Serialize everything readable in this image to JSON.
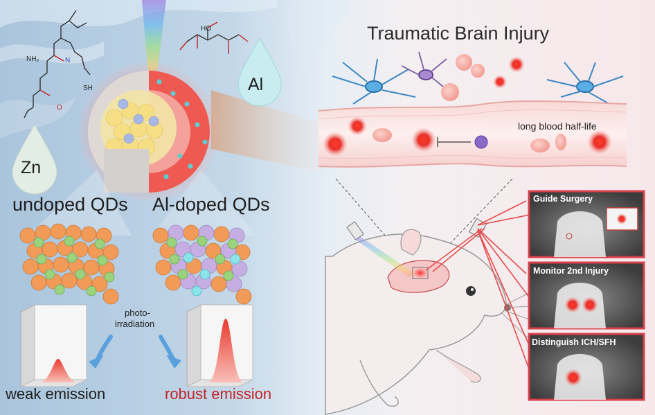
{
  "title": "Traumatic Brain Injury",
  "drops": {
    "zn": "Zn",
    "al": "Al"
  },
  "qd_labels": {
    "undoped": "undoped QDs",
    "doped": "Al-doped QDs"
  },
  "photo_label": [
    "photo-",
    "irradiation"
  ],
  "emission": {
    "weak": "weak emission",
    "robust": "robust emission"
  },
  "blood_label": "long blood half-life",
  "panels": [
    "Guide Surgery",
    "Monitor 2nd Injury",
    "Distinguish ICH/SFH"
  ],
  "molecule_labels": {
    "nh2": "NH₂",
    "ho": "HO",
    "sh": "SH",
    "o": "O",
    "n": "N"
  },
  "colors": {
    "red_glow": "#e8302a",
    "text_red": "#c0262a",
    "panel_border": "#d8404a",
    "orange_qd": "#f29b58",
    "green_qd": "#9bd27c",
    "purple_qd": "#c6aee2",
    "cyan_qd": "#8ee2ea"
  }
}
